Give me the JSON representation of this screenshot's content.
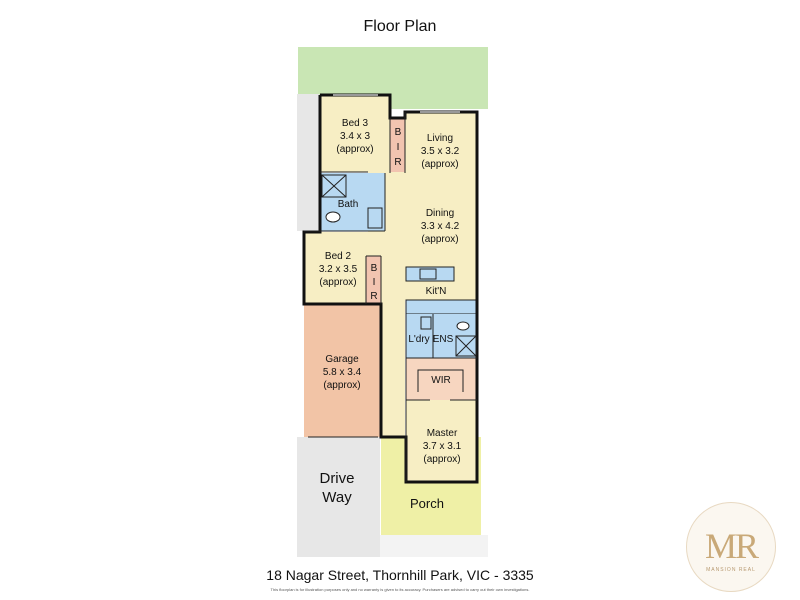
{
  "title": "Floor Plan",
  "address": "18 Nagar Street, Thornhill Park, VIC - 3335",
  "disclaimer": "This floorplan is for illustration purposes only and no warranty is given to its accuracy. Purchasers are advised to carry out their own investigations.",
  "rooms": {
    "bed3": {
      "name": "Bed 3",
      "size": "3.4 x 3",
      "note": "(approx)"
    },
    "living": {
      "name": "Living",
      "size": "3.5 x 3.2",
      "note": "(approx)"
    },
    "dining": {
      "name": "Dining",
      "size": "3.3 x 4.2",
      "note": "(approx)"
    },
    "bath": {
      "name": "Bath"
    },
    "bed2": {
      "name": "Bed 2",
      "size": "3.2 x 3.5",
      "note": "(approx)"
    },
    "kitchen": {
      "name": "Kit'N"
    },
    "laundry": {
      "name": "L'dry"
    },
    "ensuite": {
      "name": "ENS"
    },
    "wir": {
      "name": "WIR"
    },
    "garage": {
      "name": "Garage",
      "size": "5.8 x 3.4",
      "note": "(approx)"
    },
    "master": {
      "name": "Master",
      "size": "3.7 x 3.1",
      "note": "(approx)"
    },
    "porch": {
      "name": "Porch"
    },
    "driveway": {
      "line1": "Drive",
      "line2": "Way"
    },
    "bir_top": {
      "letters": [
        "B",
        "I",
        "R"
      ]
    },
    "bir_bottom": {
      "letters": [
        "B",
        "I",
        "R"
      ]
    }
  },
  "logo": {
    "mark": "MR",
    "sub": "MANSION REAL"
  },
  "colors": {
    "yard": "#c9e6b4",
    "bedroom": "#f7eec4",
    "bath": "#b8d9f2",
    "bir": "#f2c4b0",
    "garage": "#f2c4a6",
    "porch": "#eff0a6",
    "driveway": "#e7e7e7",
    "wir": "#f7d6c0"
  }
}
